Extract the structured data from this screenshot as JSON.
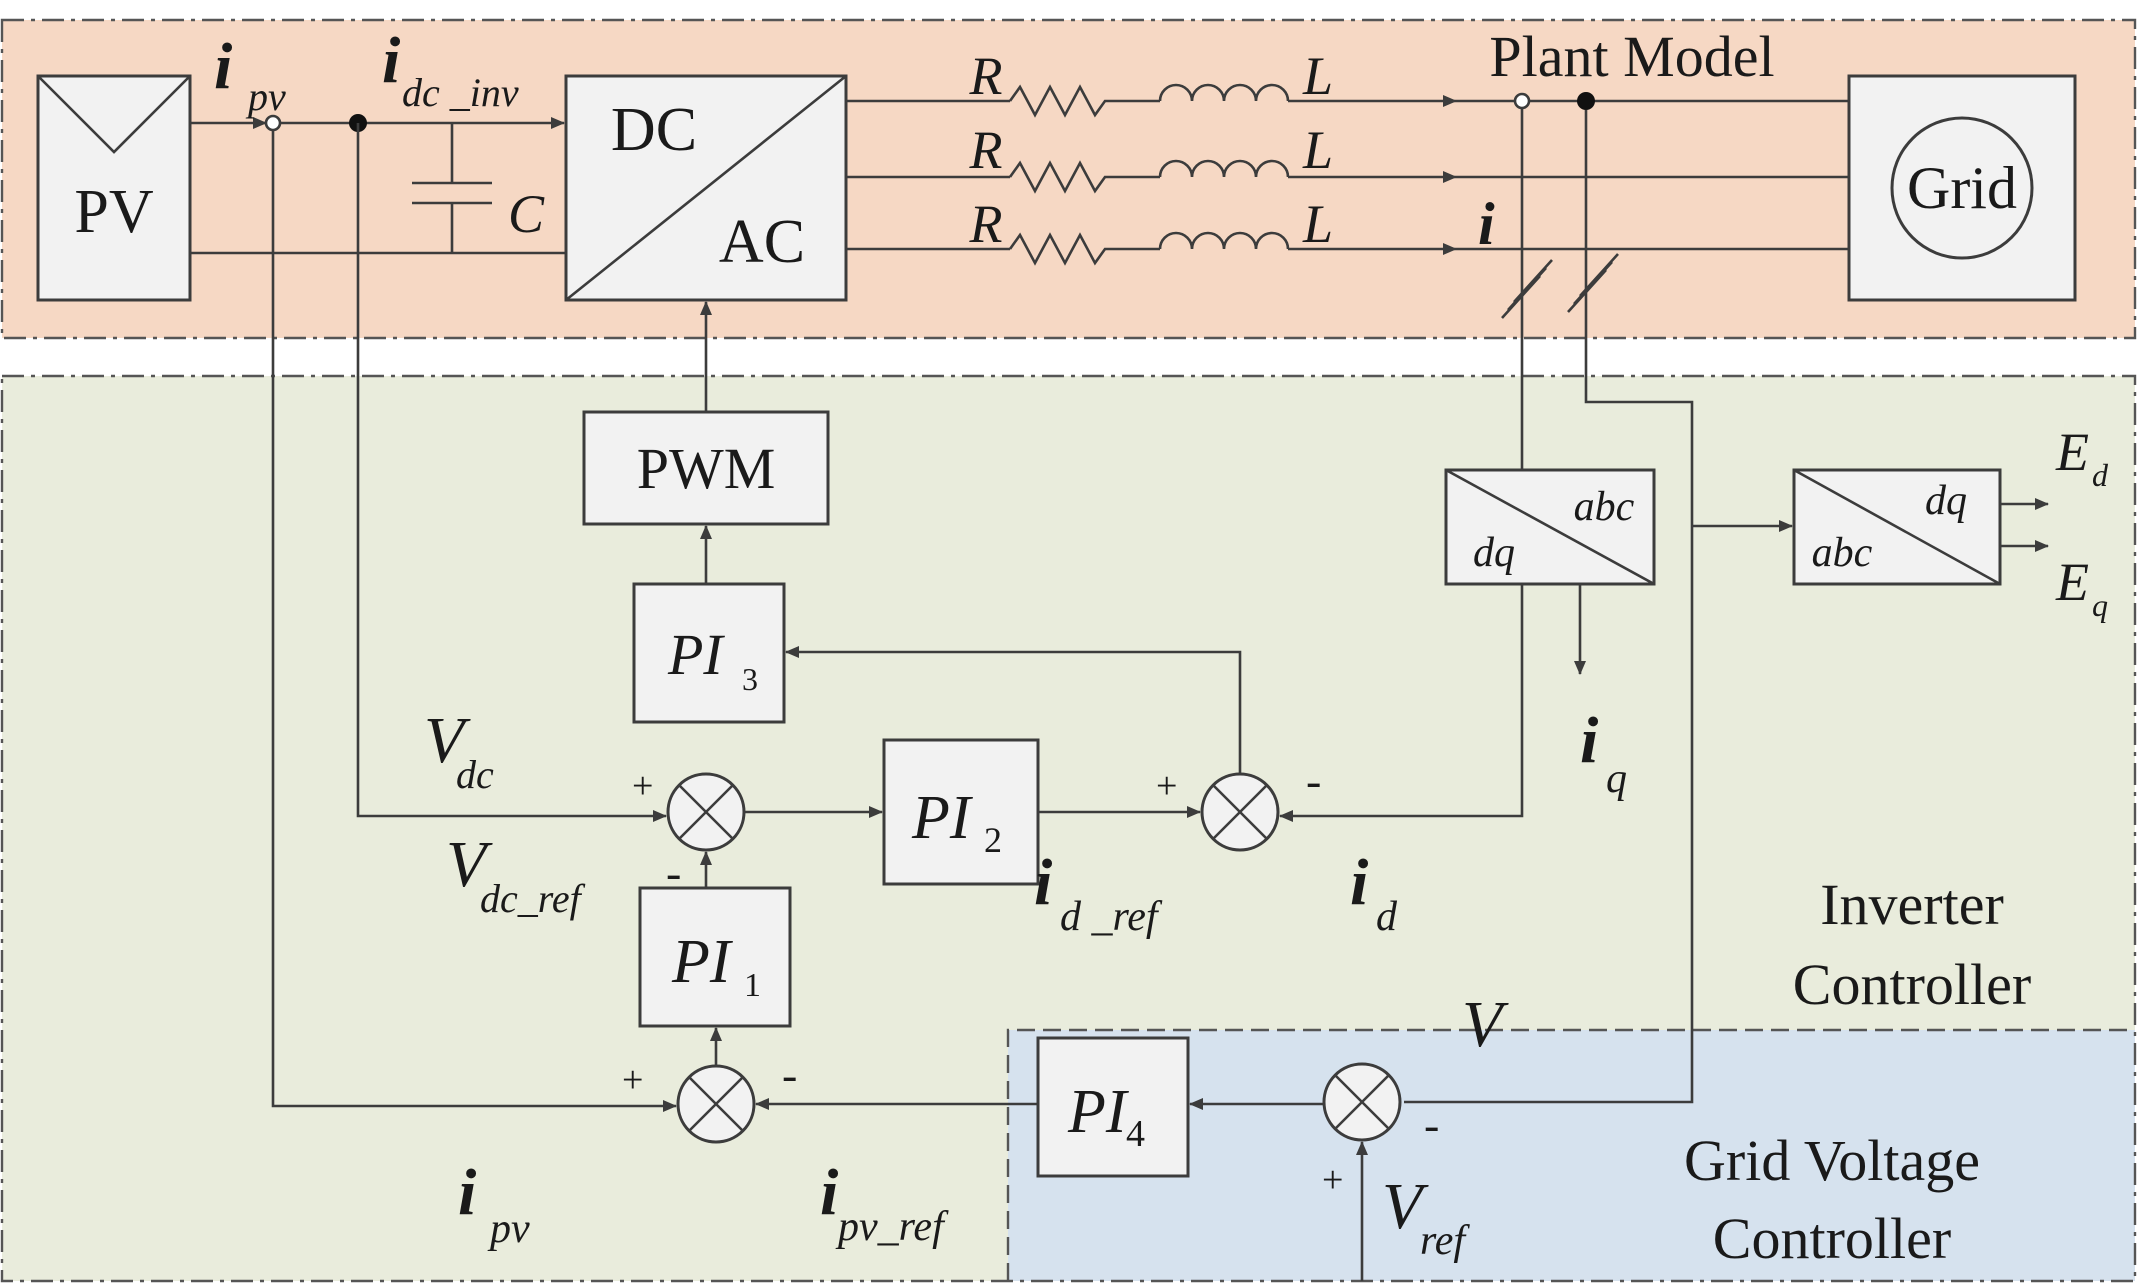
{
  "regions": {
    "plant_model": "Plant Model",
    "inverter_controller_line1": "Inverter",
    "inverter_controller_line2": "Controller",
    "grid_voltage_controller_line1": "Grid Voltage",
    "grid_voltage_controller_line2": "Controller"
  },
  "blocks": {
    "pv": "PV",
    "inverter_dc": "DC",
    "inverter_ac": "AC",
    "grid": "Grid",
    "pwm": "PWM",
    "pi1_main": "PI",
    "pi1_sub": "1",
    "pi2_main": "PI",
    "pi2_sub": "2",
    "pi3_main": "PI",
    "pi3_sub": "3",
    "pi4_main": "PI",
    "pi4_sub": "4",
    "dq_abc_top": "abc",
    "dq_abc_bottom": "dq",
    "abc_dq_top": "dq",
    "abc_dq_bottom": "abc"
  },
  "labels": {
    "ipv_top_main": "i",
    "ipv_top_sub": "pv",
    "idc_inv_main": "i",
    "idc_inv_sub": "dc _inv",
    "capacitor": "C",
    "r1": "R",
    "r2": "R",
    "r3": "R",
    "l1": "L",
    "l2": "L",
    "l3": "L",
    "i_out": "i",
    "ed_main": "E",
    "ed_sub": "d",
    "eq_main": "E",
    "eq_sub": "q",
    "iq_main": "i",
    "iq_sub": "q",
    "id_main": "i",
    "id_sub": "d",
    "vdc_main": "V",
    "vdc_sub": "dc",
    "vdcref_main": "V",
    "vdcref_sub": "dc_ref",
    "idref_main": "i",
    "idref_sub": "d _ref",
    "ipv_bottom_main": "i",
    "ipv_bottom_sub": "pv",
    "ipvref_main": "i",
    "ipvref_sub": "pv_ref",
    "v_main": "V",
    "vref_main": "V",
    "vref_sub": "ref"
  },
  "signs": {
    "s1_plus": "+",
    "s1_minus": "-",
    "s2_plus": "+",
    "s2_minus": "-",
    "s3_plus": "+",
    "s3_minus": "-",
    "s4_plus": "+",
    "s4_minus": "-"
  }
}
